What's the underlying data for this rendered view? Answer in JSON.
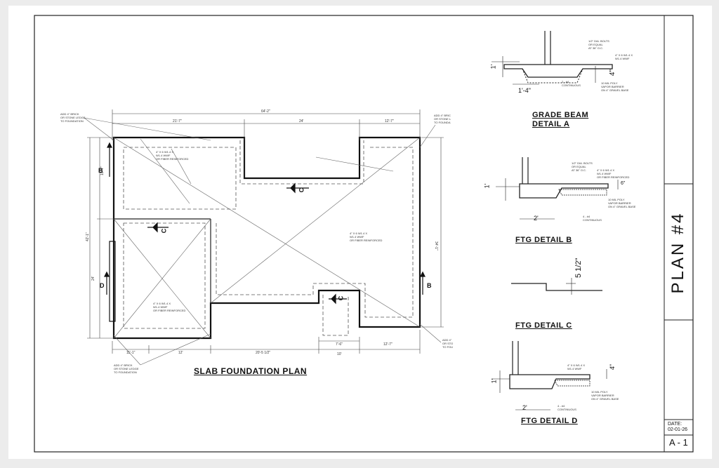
{
  "title_block": {
    "plan_label": "PLAN #4",
    "date_label": "DATE:",
    "date_value": "02-01-26",
    "sheet_number": "A - 1"
  },
  "plan": {
    "title": "SLAB FOUNDATION PLAN",
    "notes": {
      "top_left": "ADD 4\" BRICK\nOR STONE LEDGE\nTO FOUNDATION",
      "top_right": "ADD 4\" BRIC\nOR STONE L\nTO FOUNDA",
      "bottom_left": "ADD 4\" BRICK\nOR STONE LEDGE\nTO FOUNDATION",
      "bottom_right": "ADD 4\"\nOR STO\nTO FOU",
      "slab_1": "4\" X 6 W1.4 X\nW1.4 WWF\nOR FIBER REINFORCED",
      "slab_2": "4\" X 6 W1.4 X\nW1.4 WWF\nOR FIBER REINFORCED",
      "slab_3": "4\" X 6 W1.4 X\nW1.4 WWF\nOR FIBER REINFORCED"
    },
    "dims": {
      "overall": "64'-2\"",
      "top_1": "21'-7\"",
      "top_2": "24'",
      "top_3": "12'-7\"",
      "bot_1": "11'-1\"",
      "bot_2": "12'",
      "bot_3": "20'-5 1/2\"",
      "bot_4": "7'-6\"",
      "bot_5": "12'-7\"",
      "bot_6": "10'",
      "left_1": "19'-7\"",
      "left_2": "42'-1\"",
      "left_3": "24'",
      "right_1": "34'-1\""
    },
    "section_marks": [
      "B",
      "B",
      "C",
      "C",
      "C",
      "D"
    ]
  },
  "details": {
    "a": {
      "title_1": "GRADE BEAM",
      "title_2": "DETAIL A",
      "dim_1": "1'",
      "dim_2": "4\"",
      "dim_3": "1'-4\"",
      "notes": [
        "1/2\" DIA. BOLTS\nOR EQUAL\nAT 36\" O.C.",
        "4\" X 6 W1.4 X\nW1.4 WWF",
        "2 - #4\nCONTINUOUS",
        "10 MIL POLY\nVAPOR BARRIER\nON 4\" GRAVEL BASE"
      ]
    },
    "b": {
      "title": "FTG DETAIL B",
      "dim_1": "1'",
      "dim_2": "6\"",
      "dim_3": "2'",
      "notes": [
        "1/2\" DIA. BOLTS\nOR EQUAL\nAT 36\" O.C.",
        "4\" X 6 W1.4 X\nW1.4 WWF\nOR FIBER REINFORCED",
        "10 MIL POLY\nVAPOR BARRIER\nON 4\" GRAVEL BASE",
        "4 - #4\nCONTINUOUS"
      ]
    },
    "c": {
      "title": "FTG DETAIL C",
      "dim_1": "5 1/2\""
    },
    "d": {
      "title": "FTG DETAIL D",
      "dim_1": "1'",
      "dim_2": "4\"",
      "dim_3": "2'",
      "notes": [
        "4\" X 6 W1.4 X\nW1.4 WWF",
        "10 MIL POLY\nVAPOR BARRIER\nON 4\" GRAVEL BASE",
        "4 - #4\nCONTINUOUS"
      ]
    }
  }
}
